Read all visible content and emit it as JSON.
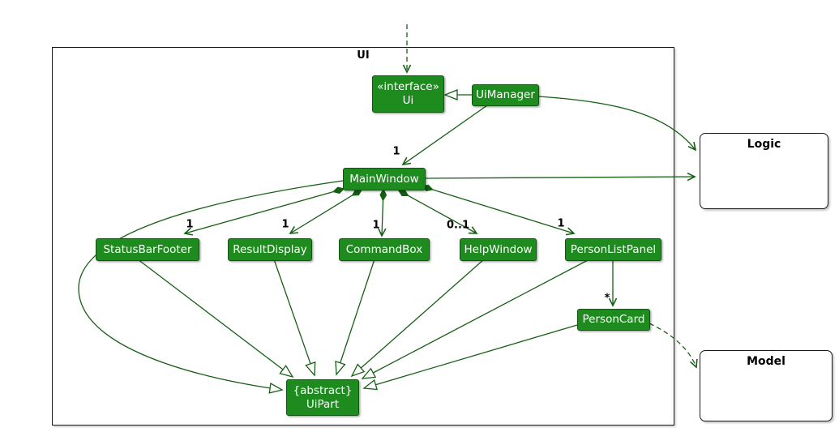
{
  "diagram": {
    "frame_label": "UI",
    "nodes": {
      "ui_interface": {
        "stereotype": "«interface»",
        "name": "Ui"
      },
      "ui_manager": {
        "name": "UiManager"
      },
      "main_window": {
        "name": "MainWindow"
      },
      "status_bar_footer": {
        "name": "StatusBarFooter"
      },
      "result_display": {
        "name": "ResultDisplay"
      },
      "command_box": {
        "name": "CommandBox"
      },
      "help_window": {
        "name": "HelpWindow"
      },
      "person_list_panel": {
        "name": "PersonListPanel"
      },
      "person_card": {
        "name": "PersonCard"
      },
      "ui_part": {
        "modifier": "{abstract}",
        "name": "UiPart"
      },
      "logic": {
        "name": "Logic"
      },
      "model": {
        "name": "Model"
      }
    },
    "multiplicities": {
      "uimanager_mainwindow": "1",
      "status_bar_footer": "1",
      "result_display": "1",
      "command_box": "1",
      "help_window": "0..1",
      "person_list_panel": "1",
      "person_card": "*"
    },
    "colors": {
      "node_fill": "#1e8b1e",
      "node_border": "#115511",
      "node_text": "#ffffff",
      "edge": "#155f14",
      "frame_border": "#1a1a1a",
      "label_text": "#000000",
      "external_fill": "#ffffff"
    }
  }
}
